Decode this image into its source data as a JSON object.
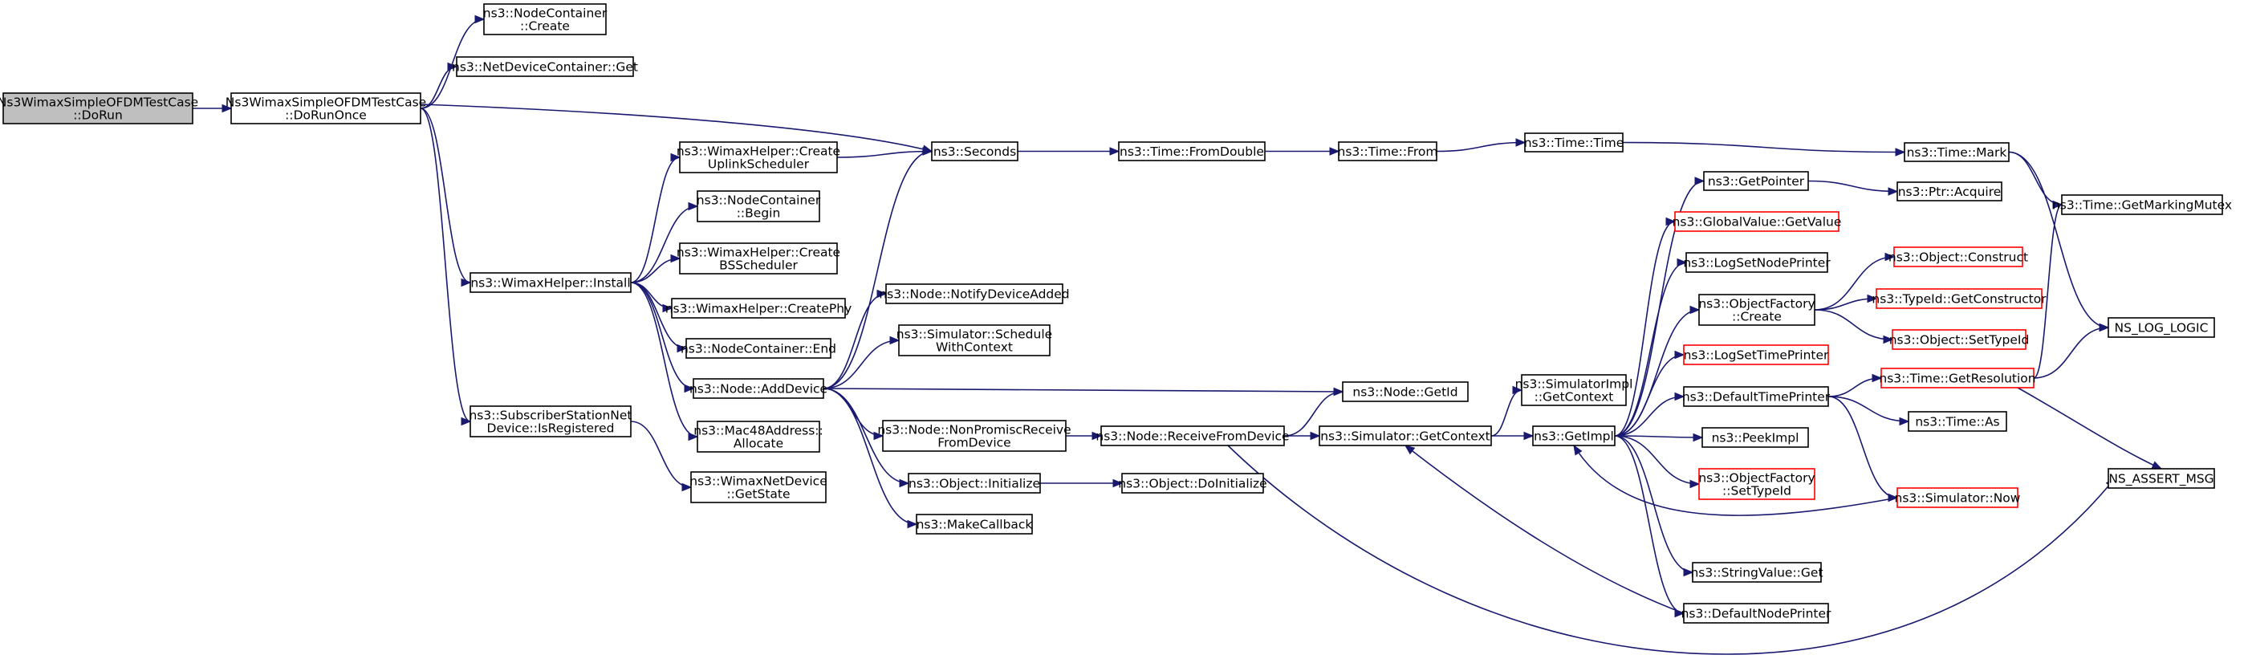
{
  "nodes": [
    {
      "id": "root",
      "lines": [
        "Ns3WimaxSimpleOFDMTestCase",
        "::DoRun"
      ],
      "style": "root"
    },
    {
      "id": "doRunOnce",
      "lines": [
        "Ns3WimaxSimpleOFDMTestCase",
        "::DoRunOnce"
      ]
    },
    {
      "id": "ncCreate",
      "lines": [
        "ns3::NodeContainer",
        "::Create"
      ]
    },
    {
      "id": "ndcGet",
      "lines": [
        "ns3::NetDeviceContainer::Get"
      ]
    },
    {
      "id": "seconds",
      "lines": [
        "ns3::Seconds"
      ]
    },
    {
      "id": "wimaxInstall",
      "lines": [
        "ns3::WimaxHelper::Install"
      ]
    },
    {
      "id": "ssIsRegistered",
      "lines": [
        "ns3::SubscriberStationNet",
        "Device::IsRegistered"
      ]
    },
    {
      "id": "createUplink",
      "lines": [
        "ns3::WimaxHelper::Create",
        "UplinkScheduler"
      ]
    },
    {
      "id": "ncBegin",
      "lines": [
        "ns3::NodeContainer",
        "::Begin"
      ]
    },
    {
      "id": "createBS",
      "lines": [
        "ns3::WimaxHelper::Create",
        "BSScheduler"
      ]
    },
    {
      "id": "createPhy",
      "lines": [
        "ns3::WimaxHelper::CreatePhy"
      ]
    },
    {
      "id": "ncEnd",
      "lines": [
        "ns3::NodeContainer::End"
      ]
    },
    {
      "id": "addDevice",
      "lines": [
        "ns3::Node::AddDevice"
      ]
    },
    {
      "id": "macAllocate",
      "lines": [
        "ns3::Mac48Address::",
        "Allocate"
      ]
    },
    {
      "id": "wnGetState",
      "lines": [
        "ns3::WimaxNetDevice",
        "::GetState"
      ]
    },
    {
      "id": "notifyDevice",
      "lines": [
        "ns3::Node::NotifyDeviceAdded"
      ]
    },
    {
      "id": "scheduleCtx",
      "lines": [
        "ns3::Simulator::Schedule",
        "WithContext"
      ]
    },
    {
      "id": "nonPromisc",
      "lines": [
        "ns3::Node::NonPromiscReceive",
        "FromDevice"
      ]
    },
    {
      "id": "objInitialize",
      "lines": [
        "ns3::Object::Initialize"
      ]
    },
    {
      "id": "makeCallback",
      "lines": [
        "ns3::MakeCallback"
      ]
    },
    {
      "id": "timeFromDouble",
      "lines": [
        "ns3::Time::FromDouble"
      ]
    },
    {
      "id": "receiveFrom",
      "lines": [
        "ns3::Node::ReceiveFromDevice"
      ]
    },
    {
      "id": "objDoInit",
      "lines": [
        "ns3::Object::DoInitialize"
      ]
    },
    {
      "id": "timeFrom",
      "lines": [
        "ns3::Time::From"
      ]
    },
    {
      "id": "nodeGetId",
      "lines": [
        "ns3::Node::GetId"
      ]
    },
    {
      "id": "simGetContext",
      "lines": [
        "ns3::Simulator::GetContext"
      ]
    },
    {
      "id": "timeTime",
      "lines": [
        "ns3::Time::Time"
      ]
    },
    {
      "id": "simImplGetCtx",
      "lines": [
        "ns3::SimulatorImpl",
        "::GetContext"
      ]
    },
    {
      "id": "getImpl",
      "lines": [
        "ns3::GetImpl"
      ]
    },
    {
      "id": "getPointer",
      "lines": [
        "ns3::GetPointer"
      ]
    },
    {
      "id": "gvGetValue",
      "lines": [
        "ns3::GlobalValue::GetValue"
      ],
      "style": "red"
    },
    {
      "id": "logSetNode",
      "lines": [
        "ns3::LogSetNodePrinter"
      ]
    },
    {
      "id": "ofCreate",
      "lines": [
        "ns3::ObjectFactory",
        "::Create"
      ]
    },
    {
      "id": "logSetTime",
      "lines": [
        "ns3::LogSetTimePrinter"
      ],
      "style": "red"
    },
    {
      "id": "defTimePrinter",
      "lines": [
        "ns3::DefaultTimePrinter"
      ]
    },
    {
      "id": "peekImpl",
      "lines": [
        "ns3::PeekImpl"
      ]
    },
    {
      "id": "ofSetTypeId",
      "lines": [
        "ns3::ObjectFactory",
        "::SetTypeId"
      ],
      "style": "red"
    },
    {
      "id": "svGet",
      "lines": [
        "ns3::StringValue::Get"
      ]
    },
    {
      "id": "defNodePrinter",
      "lines": [
        "ns3::DefaultNodePrinter"
      ]
    },
    {
      "id": "timeMark",
      "lines": [
        "ns3::Time::Mark"
      ]
    },
    {
      "id": "ptrAcquire",
      "lines": [
        "ns3::Ptr::Acquire"
      ]
    },
    {
      "id": "objConstruct",
      "lines": [
        "ns3::Object::Construct"
      ],
      "style": "red"
    },
    {
      "id": "typeIdGetCtor",
      "lines": [
        "ns3::TypeId::GetConstructor"
      ],
      "style": "red"
    },
    {
      "id": "objSetTypeId",
      "lines": [
        "ns3::Object::SetTypeId"
      ],
      "style": "red"
    },
    {
      "id": "timeGetRes",
      "lines": [
        "ns3::Time::GetResolution"
      ],
      "style": "red"
    },
    {
      "id": "timeAs",
      "lines": [
        "ns3::Time::As"
      ]
    },
    {
      "id": "simNow",
      "lines": [
        "ns3::Simulator::Now"
      ],
      "style": "red"
    },
    {
      "id": "getMarkingMutex",
      "lines": [
        "ns3::Time::GetMarkingMutex"
      ]
    },
    {
      "id": "nsLogLogic",
      "lines": [
        "NS_LOG_LOGIC"
      ]
    },
    {
      "id": "nsAssertMsg",
      "lines": [
        "NS_ASSERT_MSG"
      ]
    }
  ],
  "edges": [
    [
      "root",
      "doRunOnce"
    ],
    [
      "doRunOnce",
      "ncCreate"
    ],
    [
      "doRunOnce",
      "ndcGet"
    ],
    [
      "doRunOnce",
      "seconds"
    ],
    [
      "doRunOnce",
      "wimaxInstall"
    ],
    [
      "doRunOnce",
      "ssIsRegistered"
    ],
    [
      "wimaxInstall",
      "createUplink"
    ],
    [
      "wimaxInstall",
      "ncBegin"
    ],
    [
      "wimaxInstall",
      "createBS"
    ],
    [
      "wimaxInstall",
      "createPhy"
    ],
    [
      "wimaxInstall",
      "ncEnd"
    ],
    [
      "wimaxInstall",
      "addDevice"
    ],
    [
      "wimaxInstall",
      "macAllocate"
    ],
    [
      "ssIsRegistered",
      "wnGetState"
    ],
    [
      "createUplink",
      "seconds"
    ],
    [
      "addDevice",
      "seconds"
    ],
    [
      "addDevice",
      "notifyDevice"
    ],
    [
      "addDevice",
      "scheduleCtx"
    ],
    [
      "addDevice",
      "nodeGetId"
    ],
    [
      "addDevice",
      "nonPromisc"
    ],
    [
      "addDevice",
      "objInitialize"
    ],
    [
      "addDevice",
      "makeCallback"
    ],
    [
      "seconds",
      "timeFromDouble"
    ],
    [
      "timeFromDouble",
      "timeFrom"
    ],
    [
      "timeFrom",
      "timeTime"
    ],
    [
      "timeTime",
      "timeMark"
    ],
    [
      "nonPromisc",
      "receiveFrom"
    ],
    [
      "objInitialize",
      "objDoInit"
    ],
    [
      "receiveFrom",
      "nodeGetId"
    ],
    [
      "receiveFrom",
      "simGetContext"
    ],
    [
      "receiveFrom",
      "nsAssertMsg"
    ],
    [
      "simGetContext",
      "simImplGetCtx"
    ],
    [
      "simGetContext",
      "getImpl"
    ],
    [
      "getImpl",
      "getPointer"
    ],
    [
      "getImpl",
      "gvGetValue"
    ],
    [
      "getImpl",
      "logSetNode"
    ],
    [
      "getImpl",
      "ofCreate"
    ],
    [
      "getImpl",
      "logSetTime"
    ],
    [
      "getImpl",
      "defTimePrinter"
    ],
    [
      "getImpl",
      "peekImpl"
    ],
    [
      "getImpl",
      "ofSetTypeId"
    ],
    [
      "getImpl",
      "svGet"
    ],
    [
      "getImpl",
      "defNodePrinter"
    ],
    [
      "getPointer",
      "ptrAcquire"
    ],
    [
      "ofCreate",
      "objConstruct"
    ],
    [
      "ofCreate",
      "typeIdGetCtor"
    ],
    [
      "ofCreate",
      "objSetTypeId"
    ],
    [
      "defTimePrinter",
      "timeGetRes"
    ],
    [
      "defTimePrinter",
      "timeAs"
    ],
    [
      "defTimePrinter",
      "simNow"
    ],
    [
      "simNow",
      "getImpl"
    ],
    [
      "defNodePrinter",
      "simGetContext"
    ],
    [
      "timeMark",
      "getMarkingMutex"
    ],
    [
      "timeMark",
      "nsLogLogic"
    ],
    [
      "timeGetRes",
      "getMarkingMutex"
    ],
    [
      "timeGetRes",
      "nsLogLogic"
    ],
    [
      "timeGetRes",
      "nsAssertMsg"
    ]
  ]
}
